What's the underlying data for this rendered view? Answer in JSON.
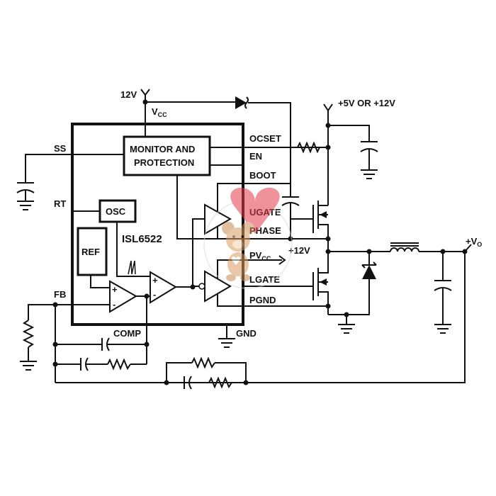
{
  "chip_name": "ISL6522",
  "supplies": {
    "vcc_in": "12V",
    "vcc_pin": "V",
    "vcc_sub": "CC",
    "vin": "+5V OR +12V",
    "pvcc_supply": "+12V",
    "vout": "+V",
    "vout_sub": "O"
  },
  "blocks": {
    "monitor_line1": "MONITOR AND",
    "monitor_line2": "PROTECTION",
    "osc": "OSC",
    "ref": "REF"
  },
  "pins": {
    "ss": "SS",
    "rt": "RT",
    "fb": "FB",
    "comp": "COMP",
    "gnd": "GND",
    "ocset": "OCSET",
    "en": "EN",
    "boot": "BOOT",
    "ugate": "UGATE",
    "phase": "PHASE",
    "pvcc": "PV",
    "pvcc_sub": "CC",
    "lgate": "LGATE",
    "pgnd": "PGND"
  },
  "opamp_signs": {
    "plus": "+",
    "minus": "-"
  },
  "watermark_icon": "teddy-bear-heart-icon"
}
